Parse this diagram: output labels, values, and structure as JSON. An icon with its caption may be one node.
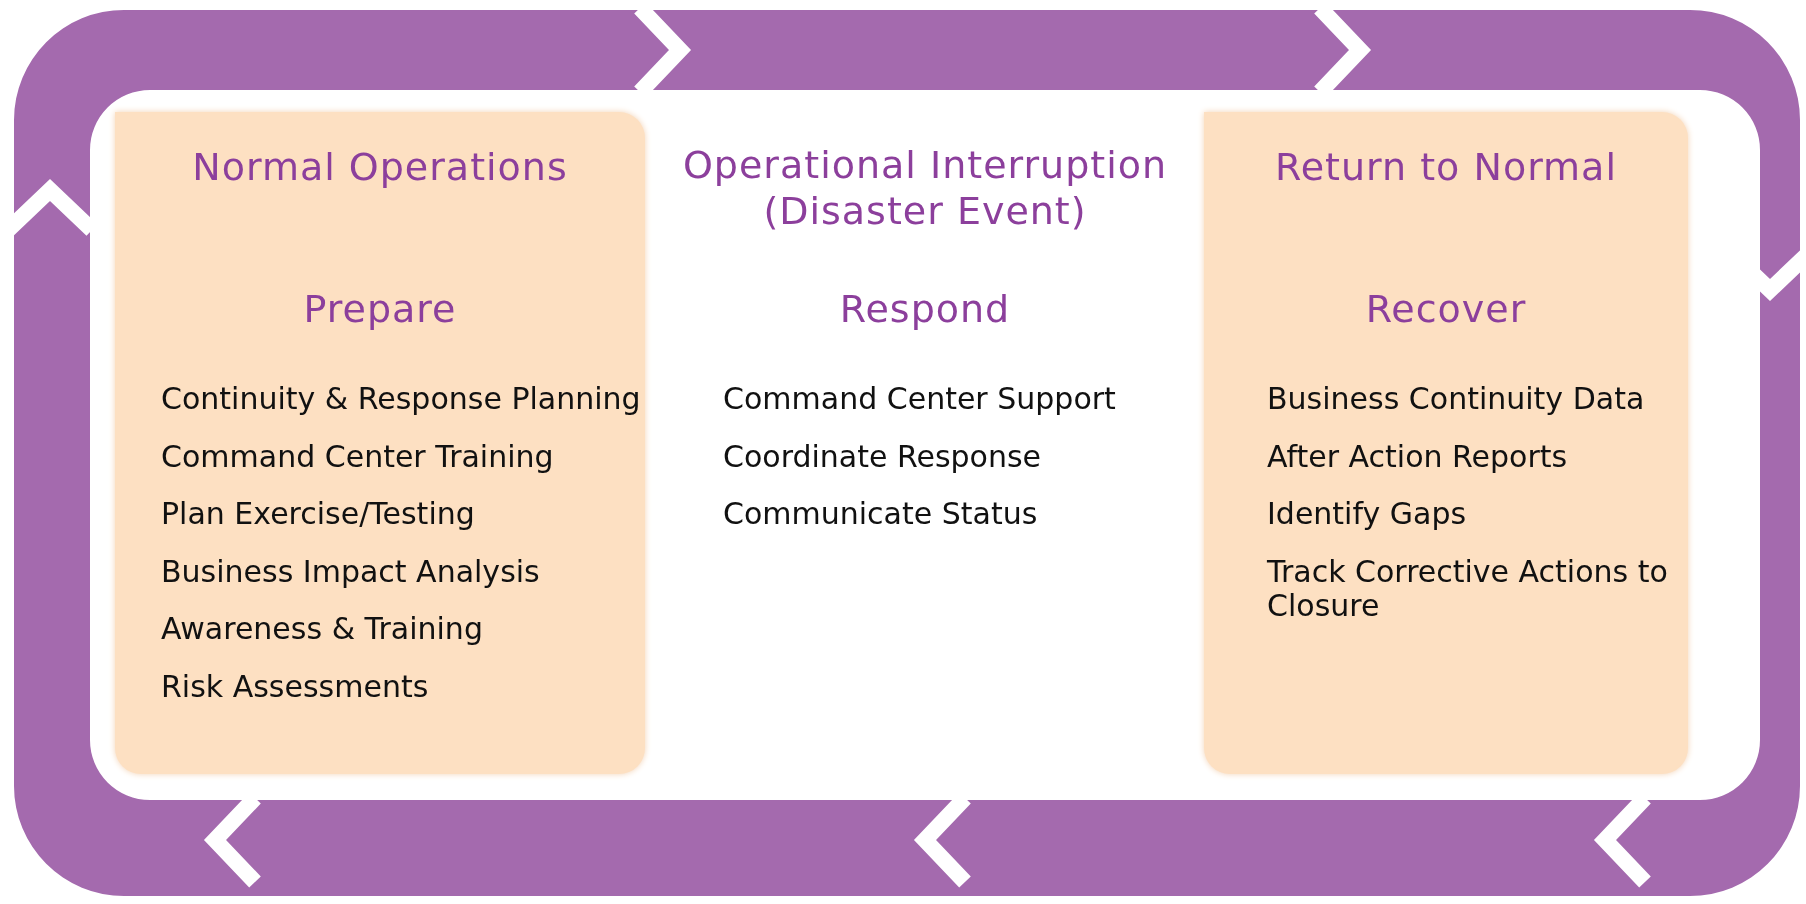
{
  "diagram": {
    "nodes": [
      {
        "text": [
          "Normal Operations",
          "Prepare",
          "Continuity & Response Planning",
          "Command Center Training",
          "Plan Exercise/Testing",
          "Business Impact Analysis",
          "Awareness & Training",
          "Risk Assessments"
        ]
      },
      {
        "text": [
          "Return to Normal",
          "Recover",
          "Business Continuity Data",
          "After Action Reports",
          "Identify Gaps",
          "Track Corrective Actions to Closure"
        ]
      }
    ],
    "edges": [],
    "labels": [
      "Operational Interruption (Disaster Event)",
      "Respond",
      "Command Center Support",
      "Coordinate Response",
      "Communicate Status"
    ]
  }
}
